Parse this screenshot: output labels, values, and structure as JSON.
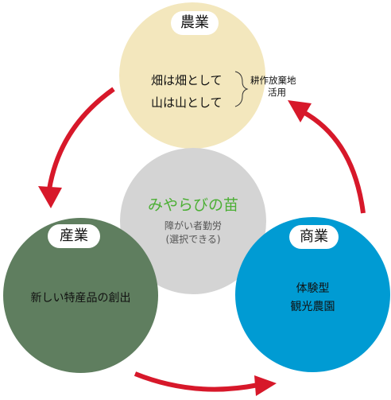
{
  "circles": {
    "top": {
      "label": "農業",
      "line1": "畑は畑として",
      "line2": "山は山として",
      "side_line1": "耕作放棄地",
      "side_line2": "活用"
    },
    "center": {
      "title": "みやらびの苗",
      "sub1": "障がい者勤労",
      "sub2": "(選択できる)"
    },
    "left": {
      "label": "産業",
      "line1": "新しい特産品の創出"
    },
    "right": {
      "label": "商業",
      "line1": "体験型",
      "line2": "観光農園"
    }
  },
  "colors": {
    "top_circle": "#F3E7BD",
    "center_circle": "#D4D4D4",
    "left_circle": "#5F7E5F",
    "right_circle": "#009BD3",
    "arrow": "#D7182A",
    "center_title": "#4CAF35"
  }
}
